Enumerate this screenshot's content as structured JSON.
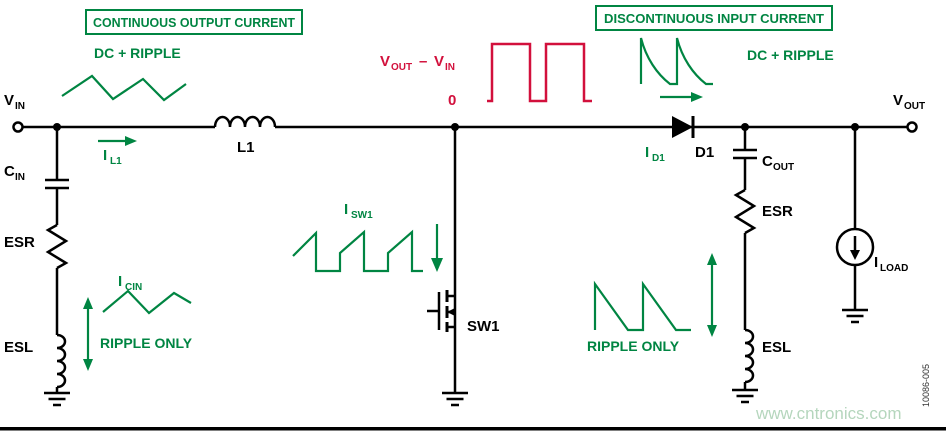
{
  "title_boxes": {
    "left": "CONTINUOUS OUTPUT CURRENT",
    "right": "DISCONTINUOUS INPUT CURRENT"
  },
  "waveform_labels": {
    "dc_ripple_left": "DC + RIPPLE",
    "dc_ripple_right": "DC + RIPPLE",
    "ripple_only_left": "RIPPLE ONLY",
    "ripple_only_right": "RIPPLE ONLY",
    "vout_minus_vin": {
      "v1": "V",
      "sub1": "OUT",
      "minus": "–",
      "v2": "V",
      "sub2": "IN"
    },
    "zero": "0"
  },
  "components": {
    "vin": {
      "main": "V",
      "sub": "IN"
    },
    "vout": {
      "main": "V",
      "sub": "OUT"
    },
    "cin": {
      "main": "C",
      "sub": "IN"
    },
    "cout": {
      "main": "C",
      "sub": "OUT"
    },
    "esr_left": "ESR",
    "esl_left": "ESL",
    "esr_right": "ESR",
    "esl_right": "ESL",
    "l1": "L1",
    "sw1": "SW1",
    "d1": "D1"
  },
  "currents": {
    "il1": {
      "main": "I",
      "sub": "L1"
    },
    "icin": {
      "main": "I",
      "sub": "CIN"
    },
    "isw1": {
      "main": "I",
      "sub": "SW1"
    },
    "id1": {
      "main": "I",
      "sub": "D1"
    },
    "iload": {
      "main": "I",
      "sub": "LOAD"
    }
  },
  "footer": {
    "figure_number": "10086-005",
    "watermark": "www.cntronics.com"
  },
  "colors": {
    "annotation_green": "#008542",
    "waveform_red": "#d2103c",
    "circuit_black": "#000000",
    "watermark_green": "#b5d6bd"
  }
}
